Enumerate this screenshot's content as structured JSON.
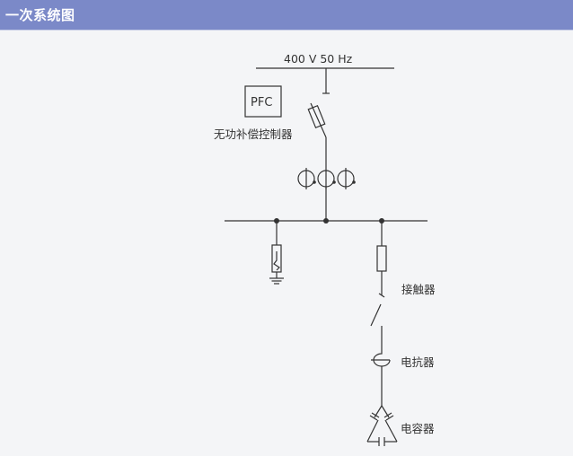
{
  "header": {
    "title": "一次系统图"
  },
  "diagram": {
    "supply_label": "400 V 50 Hz",
    "pfc_label": "PFC",
    "pfc_caption": "无功补偿控制器",
    "contactor_label": "接触器",
    "reactor_label": "电抗器",
    "capacitor_label": "电容器"
  },
  "colors": {
    "header_bg": "#7b89c8",
    "header_text": "#ffffff",
    "background": "#f4f5f7",
    "line": "#333333"
  }
}
